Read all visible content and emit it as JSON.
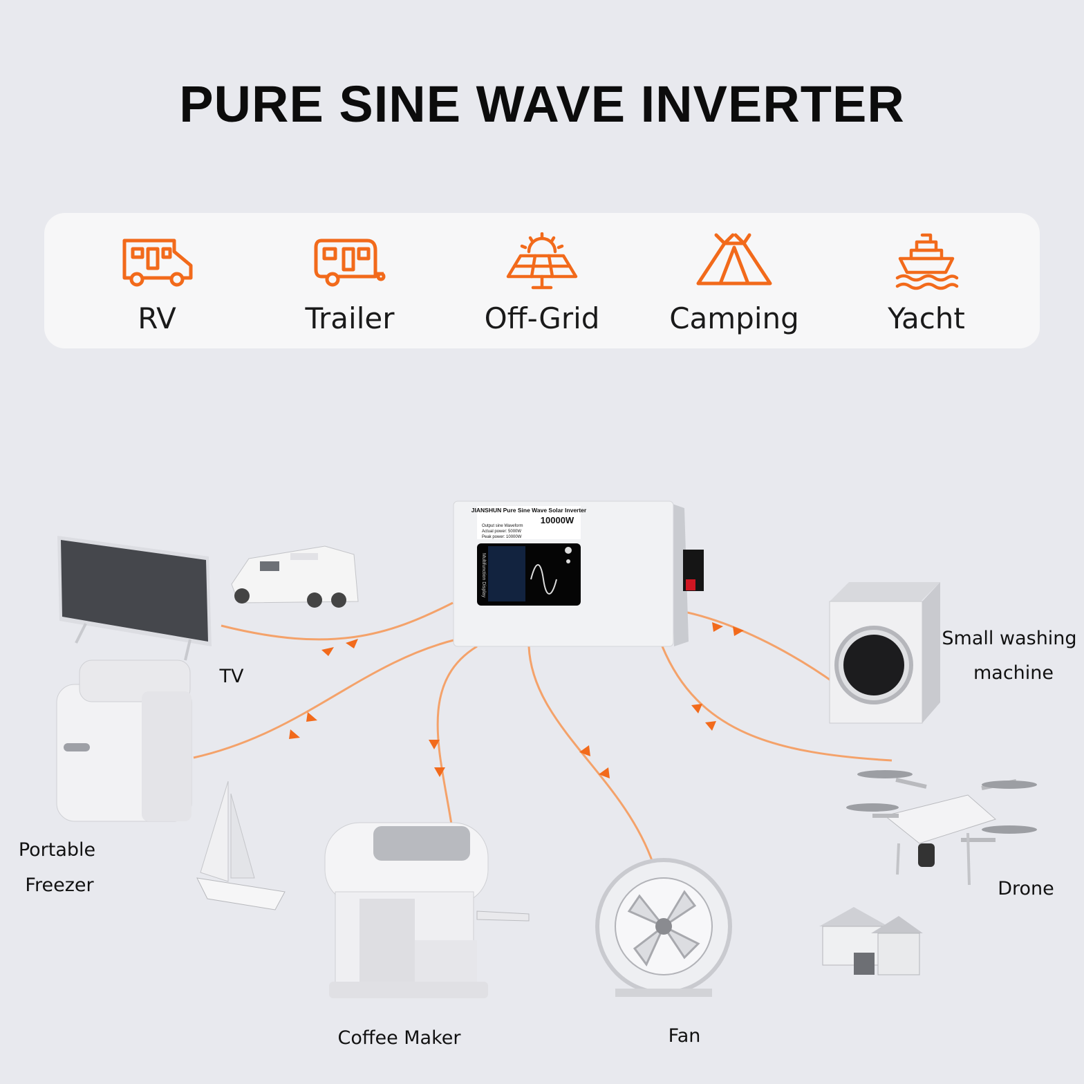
{
  "title": "PURE SINE WAVE INVERTER",
  "accent_color": "#f26a1b",
  "usecases": [
    {
      "label": "RV",
      "icon": "rv-icon"
    },
    {
      "label": "Trailer",
      "icon": "trailer-icon"
    },
    {
      "label": "Off-Grid",
      "icon": "solar-panel-icon"
    },
    {
      "label": "Camping",
      "icon": "tent-icon"
    },
    {
      "label": "Yacht",
      "icon": "yacht-icon"
    }
  ],
  "inverter": {
    "brand_line": "JIANSHUN Pure Sine Wave Solar Inverter",
    "power": "10000W",
    "line1": "Output sine Waveform",
    "line2": "Actual power: 5000W",
    "line3": "Peak power: 10000W",
    "display_label": "Multifunction Display"
  },
  "devices": {
    "tv": "TV",
    "freezer_line1": "Portable",
    "freezer_line2": "Freezer",
    "coffee": "Coffee Maker",
    "fan": "Fan",
    "washer_line1": "Small washing",
    "washer_line2": "machine",
    "drone": "Drone"
  }
}
